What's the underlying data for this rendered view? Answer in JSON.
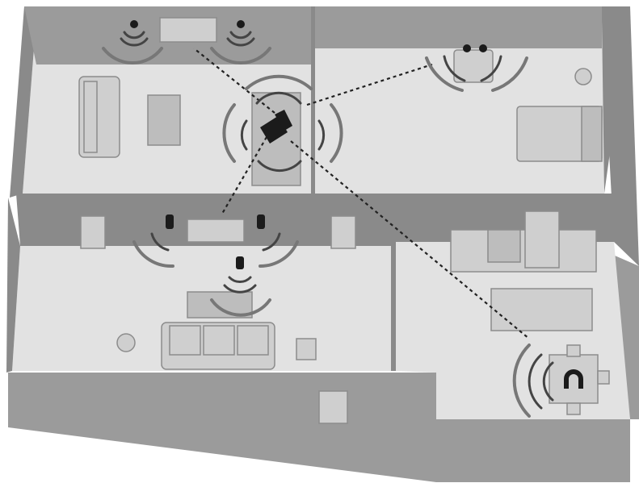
{
  "diagram": {
    "kind": "isometric-home-wireless-audio-floorplan",
    "rooms": [
      "living-room",
      "bedroom",
      "tv-room",
      "kitchen-dining"
    ],
    "hub_icon": "laptop-icon",
    "endpoint_icons": [
      "stereo-speaker-pair-icon",
      "wireless-radio-icon",
      "soundbar-speaker-pair-icon",
      "headphones-icon"
    ],
    "colors": {
      "wall": "#8a8a8a",
      "floor": "#e2e2e2",
      "furniture": "#cfcfcf",
      "link": "#222222",
      "device": "#1b1b1b"
    }
  }
}
